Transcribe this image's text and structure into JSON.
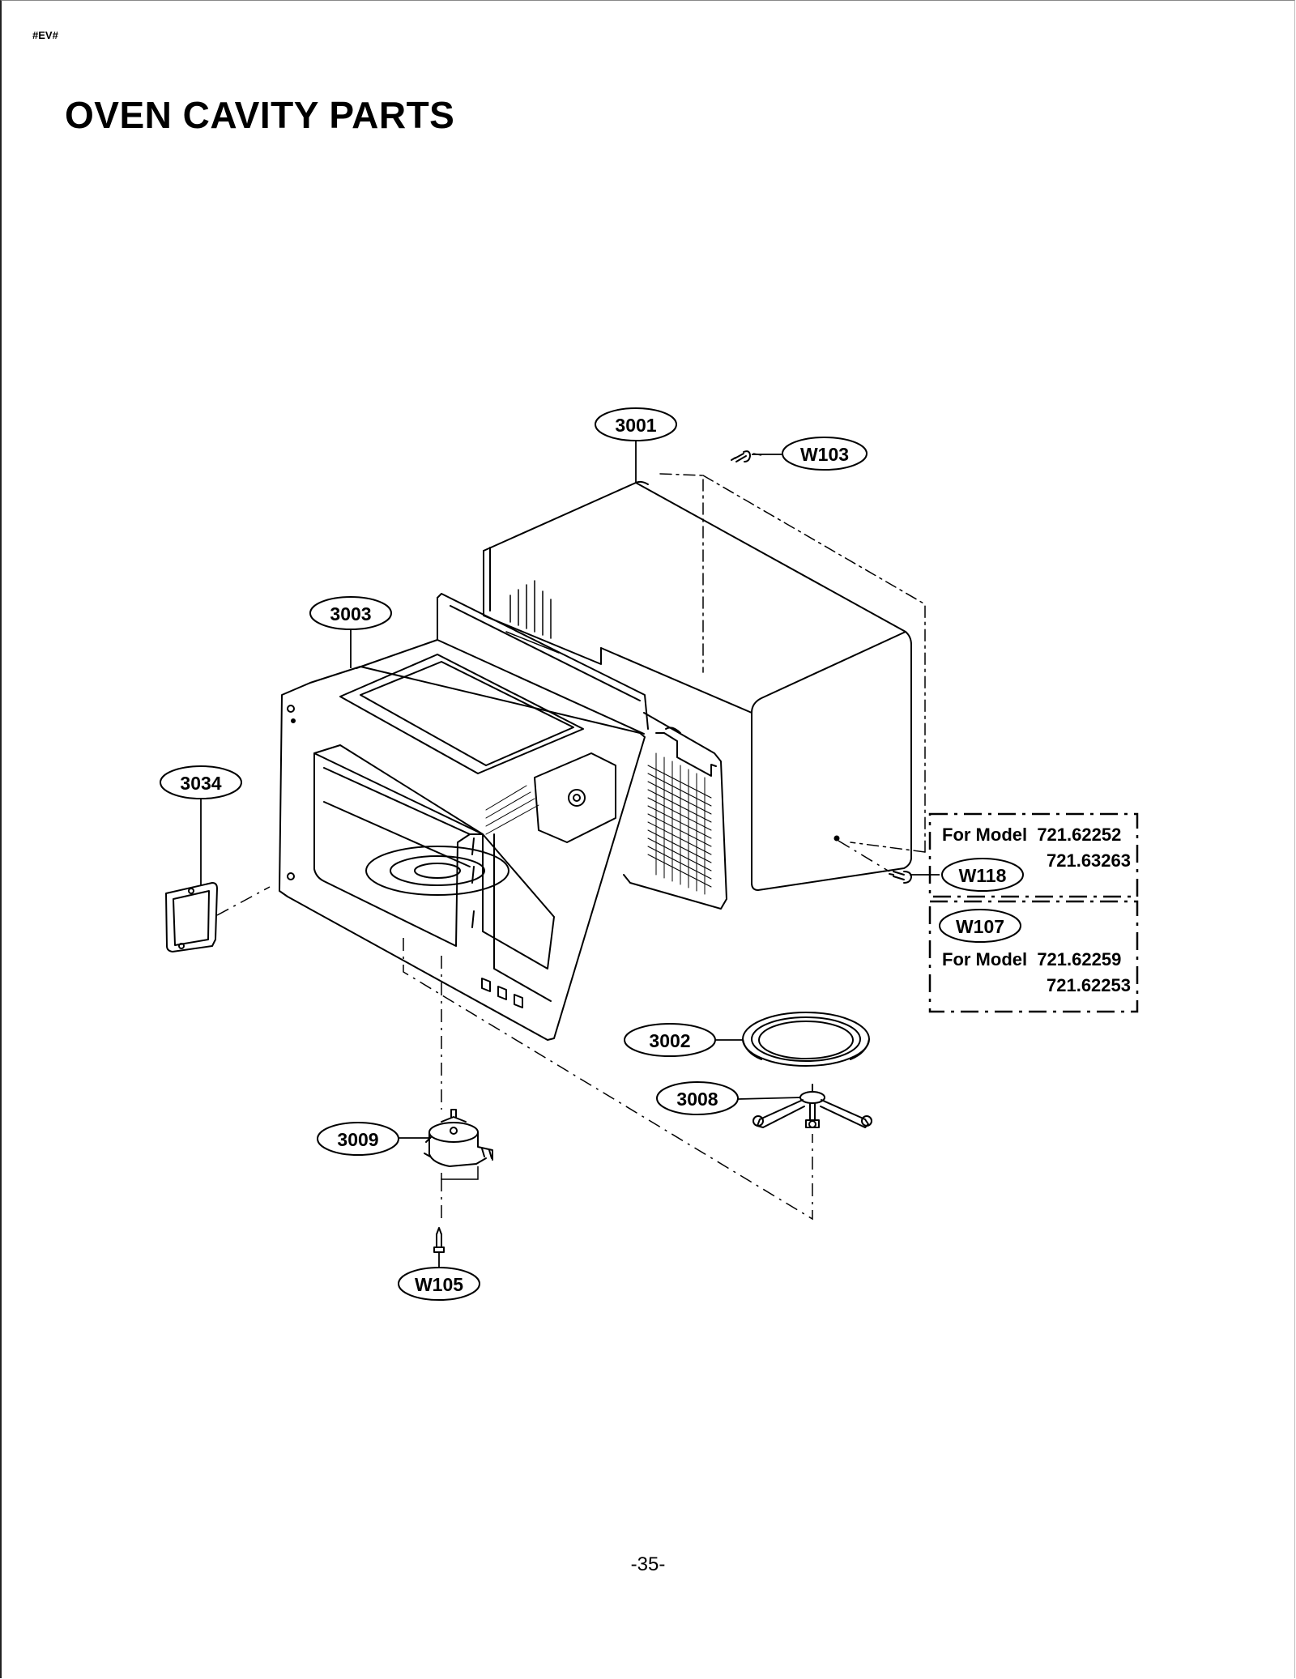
{
  "header": {
    "doc_code": "#EV#",
    "title": "OVEN CAVITY PARTS"
  },
  "footer": {
    "page_number": "-35-"
  },
  "callouts": {
    "c3001": "3001",
    "w103": "W103",
    "c3003": "3003",
    "c3034": "3034",
    "w118": "W118",
    "w107": "W107",
    "c3002": "3002",
    "c3008": "3008",
    "c3009": "3009",
    "w105": "W105"
  },
  "notes": {
    "box1": {
      "line1": "For Model  721.62252",
      "line2": "721.63263"
    },
    "box2": {
      "line1": "For Model  721.62259",
      "line2": "721.62253"
    }
  }
}
